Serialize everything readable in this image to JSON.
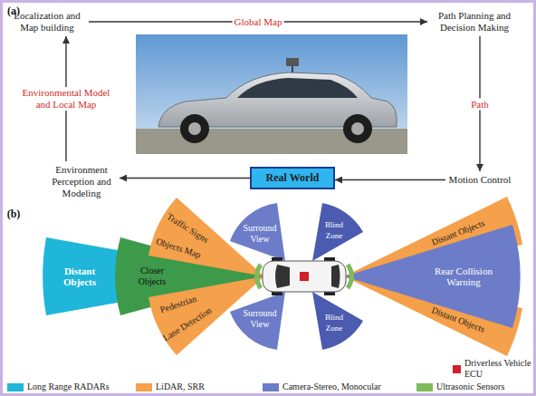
{
  "diagram": {
    "nodes": [
      {
        "text": [
          "Localization and Map building"
        ]
      },
      {
        "text": [
          "Path Planning and Decision Making"
        ]
      },
      {
        "text": [
          "Motion Control"
        ]
      },
      {
        "text": [
          "Real World"
        ]
      },
      {
        "text": [
          "Environment Perception and Modeling"
        ]
      }
    ],
    "edges": [
      {
        "from": 0,
        "to": 1,
        "arrow": "to",
        "label": "Global Map"
      },
      {
        "from": 1,
        "to": 2,
        "arrow": "to",
        "label": "Path"
      },
      {
        "from": 2,
        "to": 3,
        "arrow": "to"
      },
      {
        "from": 3,
        "to": 4,
        "arrow": "to"
      },
      {
        "from": 4,
        "to": 0,
        "arrow": "to",
        "label": "Environmental Model and Local Map"
      }
    ],
    "labels": [
      "(a)",
      "(b)",
      "Distant Objects",
      "Traffic Signs",
      "Objects Map",
      "Closer Objects",
      "Pedestrian",
      "Lane Detection",
      "Surround View",
      "Blind Zone",
      "Surround View",
      "Blind Zone",
      "Distant Objects",
      "Distant Objects",
      "Rear Collision Warning"
    ],
    "legend": [
      {
        "text": "Long Range RADARs",
        "color": "#1fb6d9"
      },
      {
        "text": "LiDAR, SRR",
        "color": "#f5a04a"
      },
      {
        "text": "Camera-Stereo, Monocular",
        "color": "#6c7cc8"
      },
      {
        "text": "Ultrasonic Sensors",
        "color": "#7dbb5a"
      },
      {
        "text": "Driverless Vehicle ECU",
        "color": "#d0202a"
      }
    ]
  }
}
